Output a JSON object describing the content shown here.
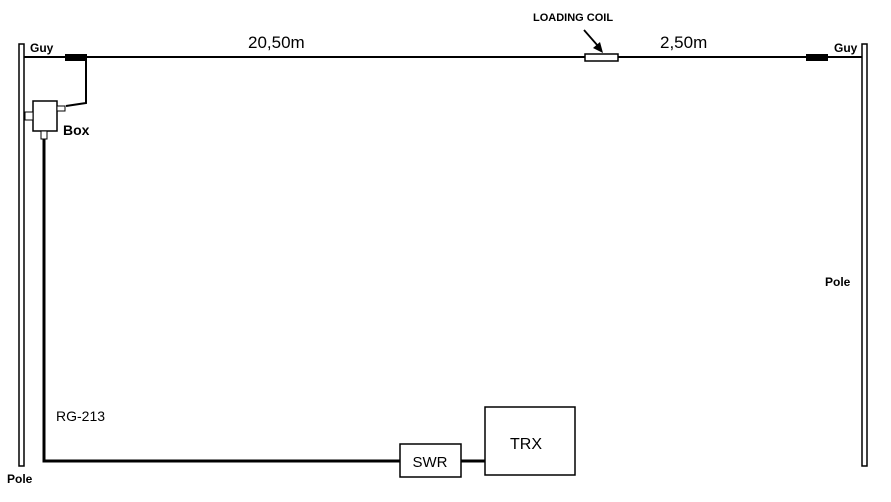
{
  "labels": {
    "guy_left": "Guy",
    "guy_right": "Guy",
    "length_main": "20,50m",
    "length_tail": "2,50m",
    "loading_coil": "LOADING COIL",
    "box": "Box",
    "pole_right": "Pole",
    "pole_left": "Pole",
    "coax": "RG-213",
    "swr": "SWR",
    "trx": "TRX"
  },
  "colors": {
    "line": "#000000",
    "background": "#ffffff"
  }
}
